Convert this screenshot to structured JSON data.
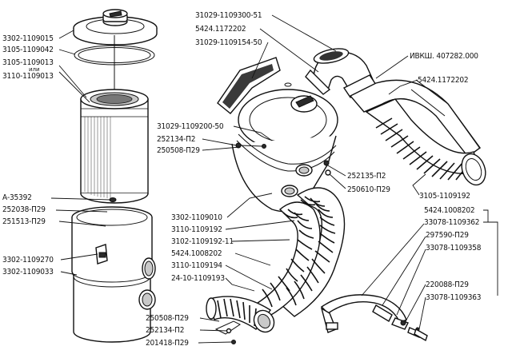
{
  "labels": {
    "top_cap": "3302-1109015",
    "seal_ring": "3105-1109042",
    "filter_element_a": "3105-1109013",
    "or_word": "или",
    "filter_element_b": "3110-1109013",
    "stud": "А-35392",
    "washer": "252038-П29",
    "wing_nut": "251513-П29",
    "latch": "3302-1109270",
    "lower_housing": "3302-1109033",
    "elbow_hose": "31029-1109300-51",
    "clamp_elbow": "5424.1172202",
    "lid": "31029-1109154-50",
    "cap_part": "ИВКШ. 407282.000",
    "clamp_right": "5424.1172202",
    "bracket": "31029-1109200-50",
    "lock_washer_top": "252134-П2",
    "bolt_top": "250508-П29",
    "lock_washer_right": "252135-П2",
    "nut_right": "250610-П29",
    "hose_right": "3105-1109192",
    "body": "3302-1109010",
    "hose_mid": "3110-1109192",
    "hose_alt": "3102-1109192-11",
    "clamp_mid": "5424.1008202",
    "hose_lower": "3110-1109194",
    "hose_lower_b": "24-10-1109193",
    "bolt_bottom": "250508-П29",
    "lock_washer_bottom": "252134-П2",
    "nut_bottom": "201418-П29",
    "clamp_right_b": "5424.1008202",
    "support_a": "33078-1109362",
    "screw_right": "297590-П29",
    "support_b": "33078-1109358",
    "bolt_right": "220088-П29",
    "bracket_right": "33078-1109363"
  }
}
